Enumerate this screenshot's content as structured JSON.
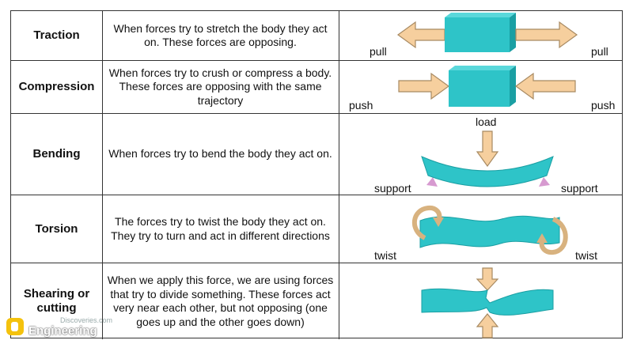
{
  "rows": [
    {
      "name": "Traction",
      "description": "When forces try to stretch the body they act on. These forces are opposing.",
      "labels": {
        "left": "pull",
        "right": "pull"
      }
    },
    {
      "name": "Compression",
      "description": "When forces try to crush or compress a body. These forces are opposing with the same trajectory",
      "labels": {
        "left": "push",
        "right": "push"
      }
    },
    {
      "name": "Bending",
      "description": "When forces try to bend the body they act on.",
      "labels": {
        "top": "load",
        "left": "support",
        "right": "support"
      }
    },
    {
      "name": "Torsion",
      "description": "The forces try to twist the body they act on. They try to turn and act in different directions",
      "labels": {
        "left": "twist",
        "right": "twist"
      }
    },
    {
      "name": "Shearing or cutting",
      "description": "When we apply this force, we are using forces that try to divide something. These forces act very near each other, but not opposing (one goes up and the other goes down)",
      "labels": {}
    }
  ],
  "watermark": {
    "brand": "Engineering",
    "tagline": "Discoveries.com"
  },
  "colors": {
    "body": "#2ec4c8",
    "body_dark": "#1a9fa3",
    "arrow": "#f6cf9e",
    "arrow_stroke": "#a88a62",
    "support": "#d79ad0"
  }
}
